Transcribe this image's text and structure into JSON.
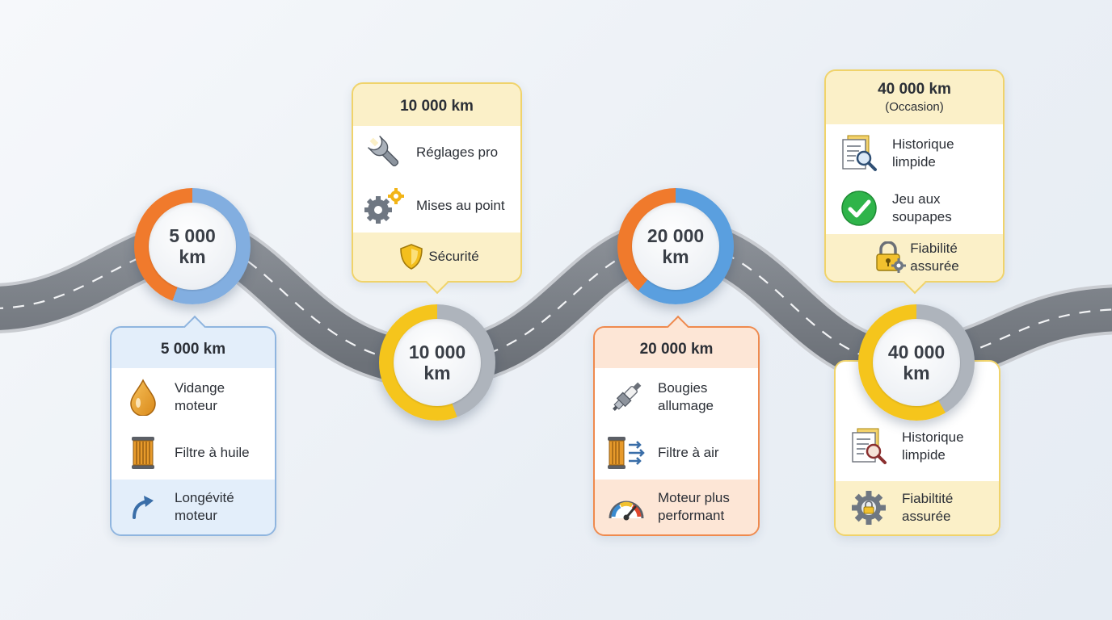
{
  "milestones": [
    {
      "value": "5 000",
      "unit": "km"
    },
    {
      "value": "10 000",
      "unit": "km"
    },
    {
      "value": "20 000",
      "unit": "km"
    },
    {
      "value": "40 000",
      "unit": "km"
    }
  ],
  "cards": {
    "c5000": {
      "title": "5 000 km",
      "items": [
        {
          "label_1": "Vidange",
          "label_2": "moteur",
          "icon": "oil-drop-icon"
        },
        {
          "label": "Filtre à huile",
          "icon": "oil-filter-icon"
        }
      ],
      "footer_1": "Longévité",
      "footer_2": "moteur",
      "footer_icon": "arrow-up-icon"
    },
    "c10000": {
      "title": "10 000 km",
      "items": [
        {
          "label": "Réglages pro",
          "icon": "wrench-icon"
        },
        {
          "label": "Mises au point",
          "icon": "gears-icon"
        }
      ],
      "footer": "Sécurité",
      "footer_icon": "shield-icon"
    },
    "c20000": {
      "title": "20 000 km",
      "items": [
        {
          "label_1": "Bougies",
          "label_2": "allumage",
          "icon": "spark-plug-icon"
        },
        {
          "label": "Filtre à air",
          "icon": "air-filter-icon"
        }
      ],
      "footer_1": "Moteur plus",
      "footer_2": "performant",
      "footer_icon": "gauge-icon"
    },
    "c40000_top": {
      "title": "40 000 km",
      "subtitle": "(Occasion)",
      "items": [
        {
          "label_1": "Historique",
          "label_2": "limpide",
          "icon": "document-search-icon"
        },
        {
          "label_1": "Jeu aux",
          "label_2": "soupapes",
          "icon": "check-circle-icon"
        }
      ],
      "footer_1": "Fiabilité",
      "footer_2": "assurée",
      "footer_icon": "lock-gear-icon"
    },
    "c40000_bottom": {
      "items": [
        {
          "label_1": "Historique",
          "label_2": "limpide",
          "icon": "document-search-icon"
        }
      ],
      "footer_1": "Fiabiltité",
      "footer_2": "assurée",
      "footer_icon": "gear-lock-icon"
    }
  },
  "colors": {
    "blue": "#7aa7d8",
    "yellow": "#f2cf4f",
    "orange": "#ef7f3a",
    "gold": "#f5c72b",
    "road": "#7b8087"
  }
}
